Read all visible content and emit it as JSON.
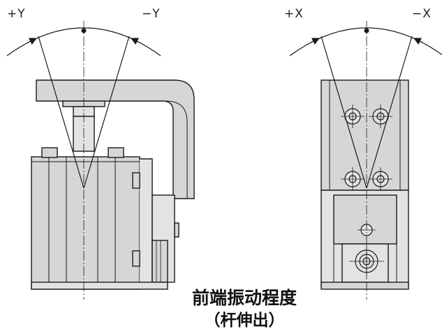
{
  "labels": {
    "left_plus": "+Y",
    "left_minus": "−Y",
    "right_plus": "+X",
    "right_minus": "−X"
  },
  "caption": {
    "line1": "前端振动程度",
    "line2": "（杆伸出）"
  },
  "colors": {
    "body_fill": "#d6d6d6",
    "body_fill_light": "#e3e3e3",
    "outline": "#1a1a1a",
    "background": "#ffffff"
  }
}
